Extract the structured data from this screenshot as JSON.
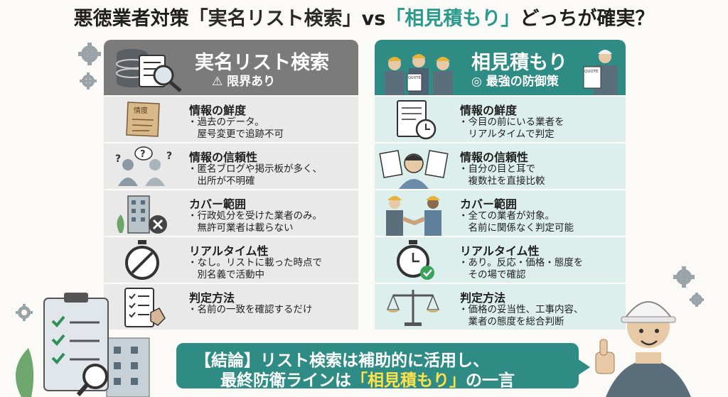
{
  "title": {
    "pre": "悪徳業者対策",
    "left_quote": "「実名リスト検索」",
    "vs": "vs",
    "right_quote": "「相見積もり」",
    "post": "どっちが確実？"
  },
  "left": {
    "title": "実名リスト検索",
    "subtitle": "⚠ 限界あり",
    "rows": [
      {
        "title": "情報の鮮度",
        "desc": "・過去のデータ。\n　屋号変更で追跡不可",
        "icon": "old-paper-icon",
        "icon_text": "情度"
      },
      {
        "title": "情報の信頼性",
        "desc": "・匿名ブログや掲示板が多く、\n　出所が不明確",
        "icon": "confused-people-icon"
      },
      {
        "title": "カバー範囲",
        "desc": "・行政処分を受けた業者のみ。\n　無許可業者は載らない",
        "icon": "building-x-icon"
      },
      {
        "title": "リアルタイム性",
        "desc": "・なし。リストに載った時点で\n　別名義で活動中",
        "icon": "stopwatch-no-icon"
      },
      {
        "title": "判定方法",
        "desc": "・名前の一致を確認するだけ",
        "icon": "checklist-icon"
      }
    ]
  },
  "right": {
    "title": "相見積もり",
    "subtitle": "◎ 最強の防御策",
    "rows": [
      {
        "title": "情報の鮮度",
        "desc": "・今目の前にいる業者を\n　リアルタイムで判定",
        "icon": "document-clock-icon"
      },
      {
        "title": "情報の信頼性",
        "desc": "・自分の目と耳で\n　複数社を直接比較",
        "icon": "person-listening-icon"
      },
      {
        "title": "カバー範囲",
        "desc": "・全ての業者が対象。\n　名前に関係なく判定可能",
        "icon": "handshake-workers-icon"
      },
      {
        "title": "リアルタイム性",
        "desc": "・あり。反応・価格・態度を\n　その場で確認",
        "icon": "stopwatch-check-icon"
      },
      {
        "title": "判定方法",
        "desc": "・価格の妥当性、工事内容、\n　業者の態度を総合判断",
        "icon": "scales-icon"
      }
    ]
  },
  "header_quote_labels": [
    "QUOTE",
    "QUOTE"
  ],
  "conclusion": {
    "line1": "【結論】リスト検索は補助的に活用し、",
    "line2_pre": "最終防衛ラインは",
    "line2_em": "「相見積もり」",
    "line2_post": "の一言"
  },
  "colors": {
    "teal": "#2e8c85",
    "gray": "#7b7b7b",
    "left_row_bg": "#e9e9e9",
    "right_row_bg": "#dcefec",
    "highlight": "#ffe14a"
  }
}
